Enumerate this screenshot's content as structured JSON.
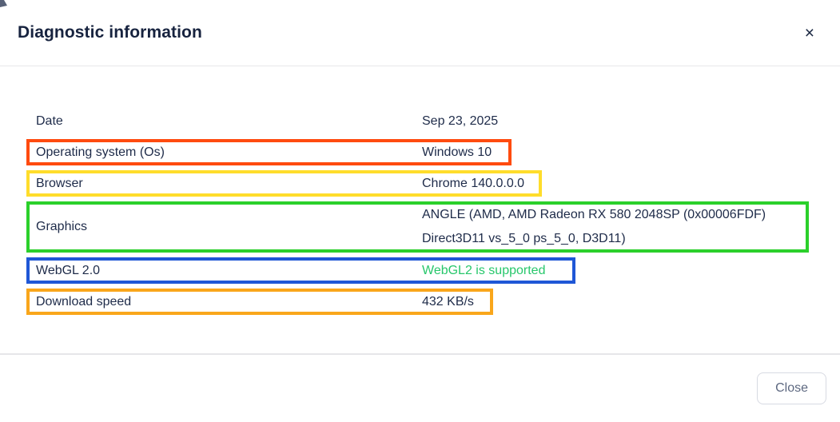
{
  "modal": {
    "title": "Diagnostic information",
    "close_icon": "×",
    "footer": {
      "close_label": "Close"
    }
  },
  "rows": [
    {
      "label": "Date",
      "value": "Sep 23, 2025",
      "outline_color": null
    },
    {
      "label": "Operating system (Os)",
      "value": "Windows 10",
      "outline_color": "#FF4B0F"
    },
    {
      "label": "Browser",
      "value": "Chrome 140.0.0.0",
      "outline_color": "#FFDD2B"
    },
    {
      "label": "Graphics",
      "value": "ANGLE (AMD, AMD Radeon RX 580 2048SP (0x00006FDF) Direct3D11 vs_5_0 ps_5_0, D3D11)",
      "outline_color": "#2BD02B"
    },
    {
      "label": "WebGL 2.0",
      "value": "WebGL2 is supported",
      "outline_color": "#1F57D6",
      "value_color": "#27C76B"
    },
    {
      "label": "Download speed",
      "value": "432 KB/s",
      "outline_color": "#F9A61B"
    }
  ],
  "colors": {
    "text_primary": "#1E2B49",
    "status_ok_green": "#27C76B",
    "outline_os": "#FF4B0F",
    "outline_browser": "#FFDD2B",
    "outline_graphics": "#2BD02B",
    "outline_webgl": "#1F57D6",
    "outline_download": "#F9A61B"
  }
}
